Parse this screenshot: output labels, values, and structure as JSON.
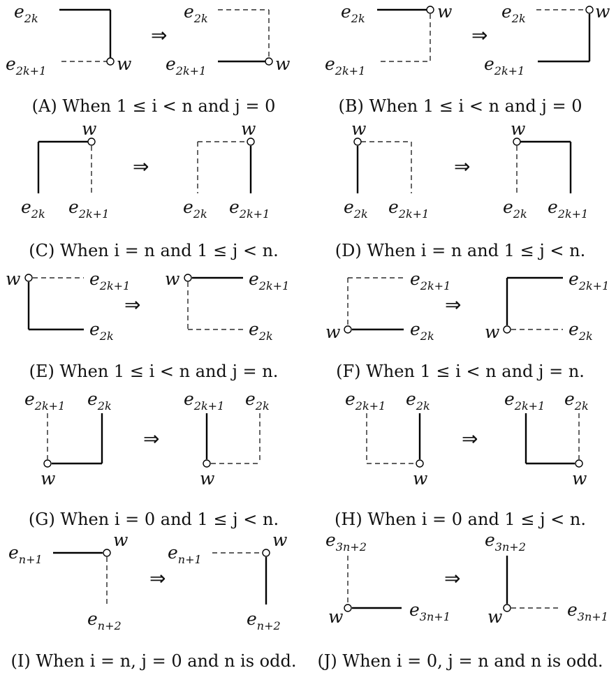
{
  "diagrams": [
    {
      "id": "A",
      "caption": "(A) When 1 ≤ i < n and j = 0",
      "labels": {
        "top": "e_{2k}",
        "bottom": "e_{2k+1}",
        "node": "w"
      }
    },
    {
      "id": "B",
      "caption": "(B) When 1 ≤ i < n and j = 0",
      "labels": {
        "top": "e_{2k}",
        "bottom": "e_{2k+1}",
        "node": "w"
      }
    },
    {
      "id": "C",
      "caption": "(C) When i = n and 1 ≤ j < n.",
      "labels": {
        "left": "e_{2k}",
        "right": "e_{2k+1}",
        "node": "w"
      }
    },
    {
      "id": "D",
      "caption": "(D) When i = n and 1 ≤ j < n.",
      "labels": {
        "left": "e_{2k}",
        "right": "e_{2k+1}",
        "node": "w"
      }
    },
    {
      "id": "E",
      "caption": "(E) When 1 ≤ i < n and j = n.",
      "labels": {
        "top": "e_{2k+1}",
        "bottom": "e_{2k}",
        "node": "w"
      }
    },
    {
      "id": "F",
      "caption": "(F) When 1 ≤ i < n and j = n.",
      "labels": {
        "top": "e_{2k+1}",
        "bottom": "e_{2k}",
        "node": "w"
      }
    },
    {
      "id": "G",
      "caption": "(G) When i = 0 and 1 ≤ j < n.",
      "labels": {
        "left": "e_{2k+1}",
        "right": "e_{2k}",
        "node": "w"
      }
    },
    {
      "id": "H",
      "caption": "(H) When i = 0 and 1 ≤ j < n.",
      "labels": {
        "left": "e_{2k+1}",
        "right": "e_{2k}",
        "node": "w"
      }
    },
    {
      "id": "I",
      "caption": "(I) When i = n, j = 0 and n is odd.",
      "labels": {
        "top": "e_{n+1}",
        "bottom": "e_{n+2}",
        "node": "w"
      }
    },
    {
      "id": "J",
      "caption": "(J) When i = 0, j = n and n is odd.",
      "labels": {
        "top": "e_{3n+2}",
        "bottom": "e_{3n+1}",
        "node": "w"
      }
    }
  ],
  "arrow_symbol": "⇒"
}
